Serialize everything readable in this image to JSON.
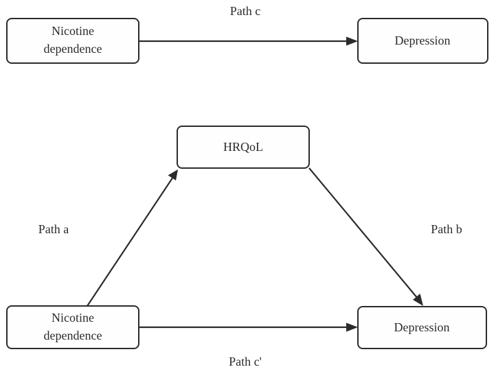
{
  "diagram": {
    "type": "mediation-path-diagram",
    "background_color": "#ffffff",
    "line_color": "#2b2b2b",
    "box_fill_color": "#fefefe",
    "models": [
      {
        "name": "total-effect-model",
        "nodes": [
          {
            "id": "nd-top",
            "lines": [
              "Nicotine",
              "dependence"
            ]
          },
          {
            "id": "dep-top",
            "lines": [
              "Depression"
            ]
          }
        ],
        "paths": [
          {
            "id": "path-c",
            "label": "Path c",
            "from": "nd-top",
            "to": "dep-top"
          }
        ]
      },
      {
        "name": "mediation-model",
        "nodes": [
          {
            "id": "hrqol",
            "lines": [
              "HRQoL"
            ]
          },
          {
            "id": "nd-bottom",
            "lines": [
              "Nicotine",
              "dependence"
            ]
          },
          {
            "id": "dep-bottom",
            "lines": [
              "Depression"
            ]
          }
        ],
        "paths": [
          {
            "id": "path-a",
            "label": "Path a",
            "from": "nd-bottom",
            "to": "hrqol"
          },
          {
            "id": "path-b",
            "label": "Path b",
            "from": "hrqol",
            "to": "dep-bottom"
          },
          {
            "id": "path-c-prime",
            "label": "Path c'",
            "from": "nd-bottom",
            "to": "dep-bottom"
          }
        ]
      }
    ],
    "labels": {
      "nicotine_line1": "Nicotine",
      "nicotine_line2": "dependence",
      "depression": "Depression",
      "hrqol": "HRQoL",
      "path_c": "Path c",
      "path_a": "Path a",
      "path_b": "Path b",
      "path_c_prime": "Path c'"
    }
  }
}
